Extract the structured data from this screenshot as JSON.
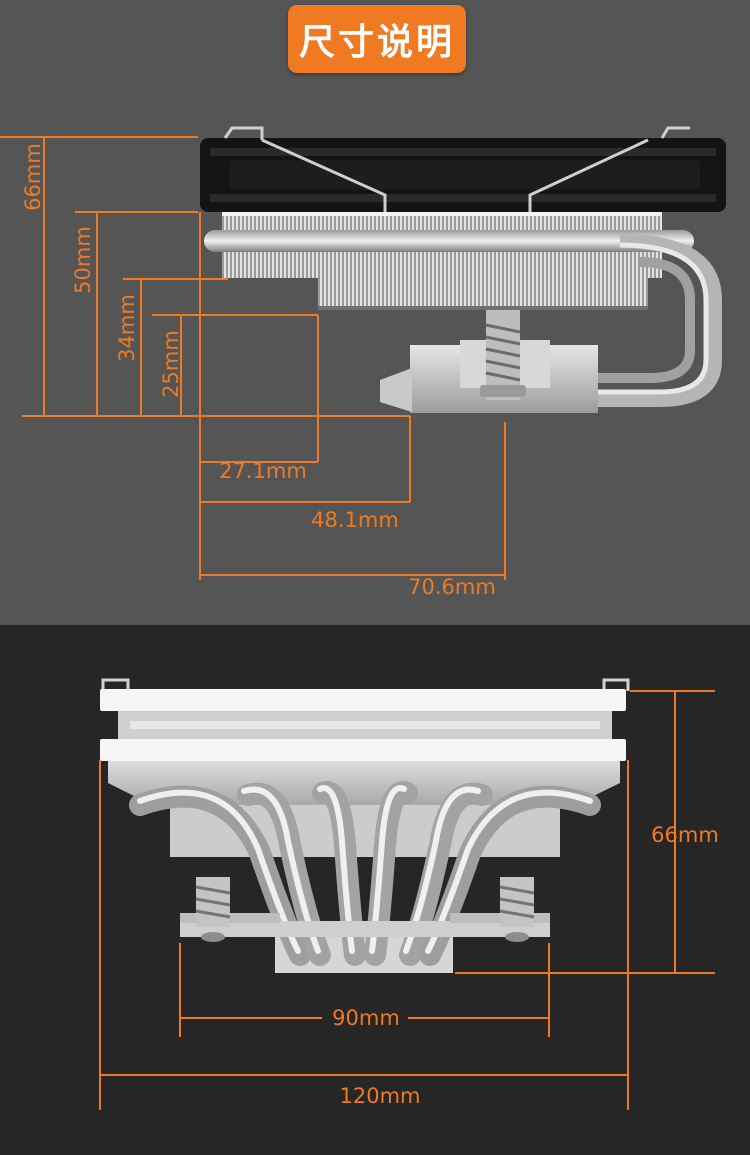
{
  "title": "尺寸说明",
  "colors": {
    "accent": "#ef7a22",
    "top_background": "#555555",
    "bottom_background": "#262626"
  },
  "side_view": {
    "heights": [
      "66mm",
      "50mm",
      "34mm",
      "25mm"
    ],
    "depths": [
      "27.1mm",
      "48.1mm",
      "70.6mm"
    ]
  },
  "front_view": {
    "height": "66mm",
    "mount_width": "90mm",
    "fan_width": "120mm"
  }
}
